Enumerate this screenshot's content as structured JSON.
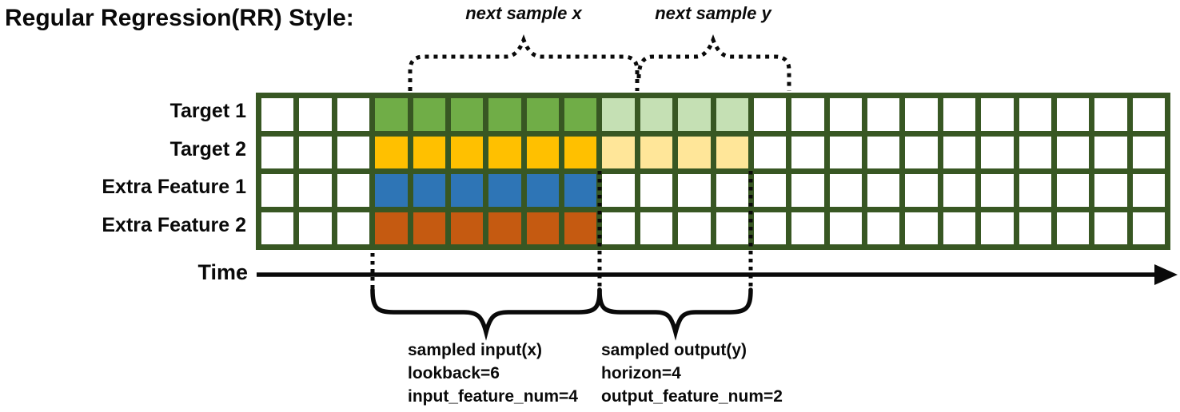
{
  "title": "Regular Regression(RR) Style:",
  "annotations": {
    "next_sample_x": "next sample x",
    "next_sample_y": "next sample y",
    "time_label": "Time"
  },
  "captions": {
    "input_block": {
      "lines": [
        "sampled input(x)",
        "lookback=6",
        "input_feature_num=4"
      ]
    },
    "output_block": {
      "lines": [
        "sampled output(y)",
        "horizon=4",
        "output_feature_num=2"
      ]
    }
  },
  "sampling_params": {
    "lookback": 6,
    "horizon": 4,
    "input_feature_num": 4,
    "output_feature_num": 2
  },
  "grid": {
    "num_columns": 24,
    "num_rows": 4,
    "border_color": "#385723",
    "empty_cell_color": "#ffffff",
    "rows": [
      {
        "label": "Target 1",
        "segments": [
          {
            "from": 4,
            "to": 9,
            "color": "#70ad47",
            "role": "input"
          },
          {
            "from": 10,
            "to": 13,
            "color": "#c5e0b4",
            "role": "output"
          }
        ]
      },
      {
        "label": "Target 2",
        "segments": [
          {
            "from": 4,
            "to": 9,
            "color": "#ffc000",
            "role": "input"
          },
          {
            "from": 10,
            "to": 13,
            "color": "#ffe699",
            "role": "output"
          }
        ]
      },
      {
        "label": "Extra Feature 1",
        "segments": [
          {
            "from": 4,
            "to": 9,
            "color": "#2e75b6",
            "role": "input"
          }
        ]
      },
      {
        "label": "Extra Feature 2",
        "segments": [
          {
            "from": 4,
            "to": 9,
            "color": "#c55a11",
            "role": "input"
          }
        ]
      }
    ]
  },
  "line_color": "#0a0a0a"
}
